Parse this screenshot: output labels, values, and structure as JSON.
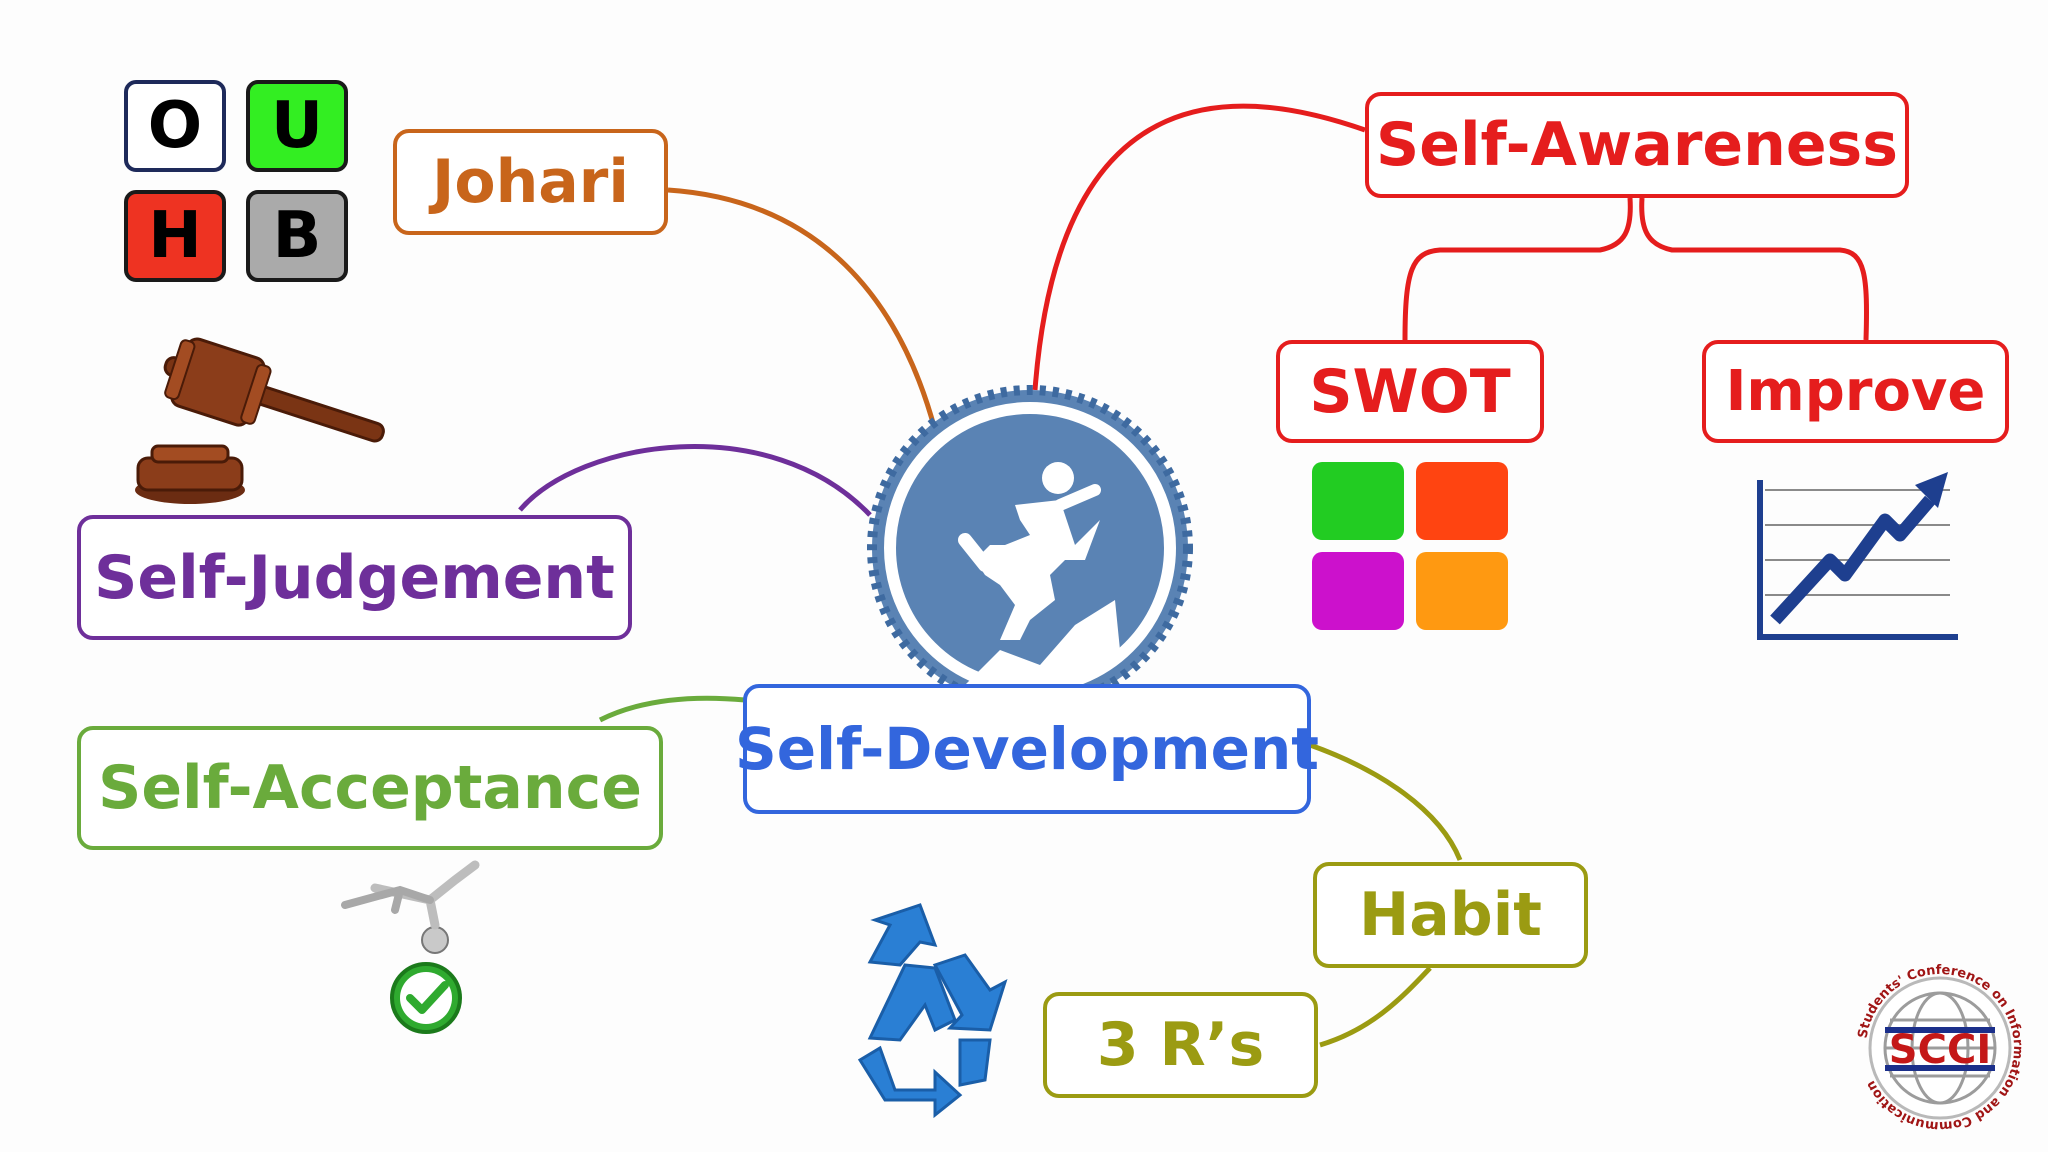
{
  "central": {
    "label": "Self-Development",
    "color": "#3366dd"
  },
  "nodes": {
    "johari": {
      "label": "Johari",
      "color": "#c8651b"
    },
    "self_awareness": {
      "label": "Self-Awareness",
      "color": "#e51d1d"
    },
    "swot": {
      "label": "SWOT",
      "color": "#e51d1d"
    },
    "improve": {
      "label": "Improve",
      "color": "#e51d1d"
    },
    "self_judgement": {
      "label": "Self-Judgement",
      "color": "#6e2f9a"
    },
    "self_acceptance": {
      "label": "Self-Acceptance",
      "color": "#6aab3c"
    },
    "habit": {
      "label": "Habit",
      "color": "#9b9b12"
    },
    "three_rs": {
      "label": "3 R’s",
      "color": "#9b9b12"
    }
  },
  "johari_window": {
    "tiles": [
      {
        "letter": "O",
        "color": "#ffffff"
      },
      {
        "letter": "U",
        "color": "#33ee22"
      },
      {
        "letter": "H",
        "color": "#ee3322"
      },
      {
        "letter": "B",
        "color": "#aaaaaa"
      }
    ]
  },
  "swot_squares": [
    "#22cc22",
    "#ff4411",
    "#cc11cc",
    "#ff9911"
  ],
  "logo": {
    "text": "SCCI",
    "ring_text": "Students' Conference on Information and Communication"
  },
  "icons": [
    "running-person-icon",
    "gavel-icon",
    "recycle-icon",
    "growth-chart-icon",
    "check-figure-icon"
  ]
}
